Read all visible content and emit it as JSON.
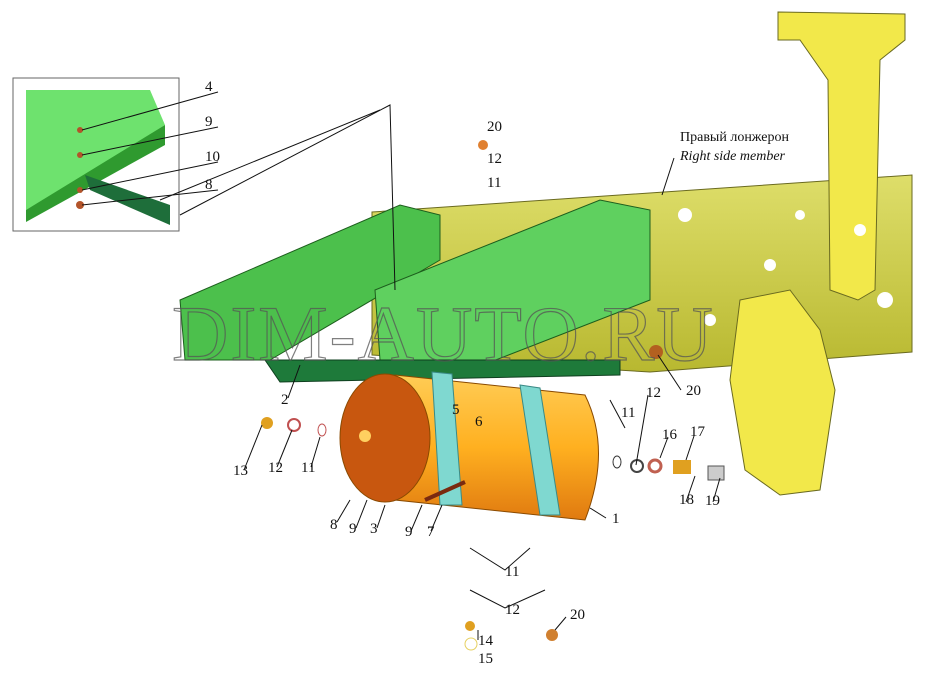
{
  "caption": {
    "ru": "Правый лонжерон",
    "en": "Right side member"
  },
  "watermark": "DIM-AUTO.RU",
  "labels": [
    "4",
    "9",
    "10",
    "8",
    "20",
    "12",
    "11",
    "2",
    "5",
    "6",
    "20",
    "12",
    "11",
    "16",
    "17",
    "13",
    "12",
    "11",
    "18",
    "19",
    "8",
    "9",
    "3",
    "9",
    "7",
    "1",
    "11",
    "12",
    "14",
    "15",
    "20"
  ],
  "colors": {
    "frame": "#d8d84a",
    "bracket": "#3fae3f",
    "tank": "#f5a623",
    "strap": "#7fd8d0"
  }
}
